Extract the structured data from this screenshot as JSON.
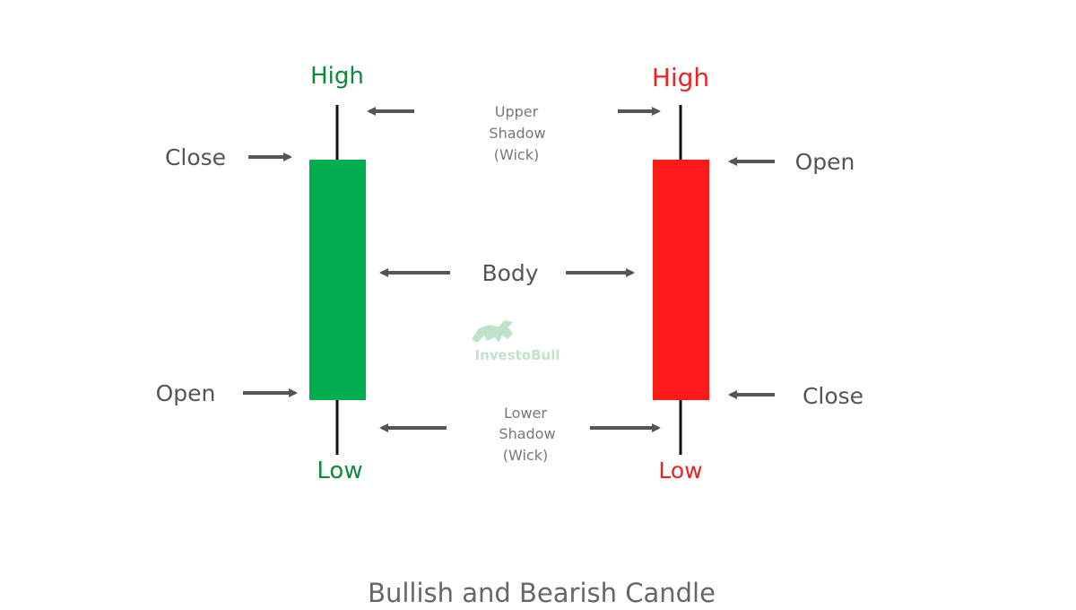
{
  "title": "Bullish and Bearish Candle",
  "colors": {
    "bullish": "#00AD4E",
    "bullish_text": "#0B8A3A",
    "bearish": "#FF1A1A",
    "bearish_text": "#EE2222",
    "wick": "#111111",
    "arrow": "#555555",
    "label": "#555555",
    "small_label": "#777777",
    "title": "#666666",
    "watermark": "#8CCB9E"
  },
  "bullish_candle": {
    "high_label": "High",
    "low_label": "Low",
    "close_label": "Close",
    "open_label": "Open"
  },
  "bearish_candle": {
    "high_label": "High",
    "low_label": "Low",
    "open_label": "Open",
    "close_label": "Close"
  },
  "center_labels": {
    "upper_shadow": [
      "Upper",
      "Shadow",
      "(Wick)"
    ],
    "body": "Body",
    "lower_shadow": [
      "Lower",
      "Shadow",
      "(Wick)"
    ]
  },
  "watermark": {
    "text_a": "Investo",
    "text_b": "Bull",
    "icon": "bull-logo-icon"
  }
}
